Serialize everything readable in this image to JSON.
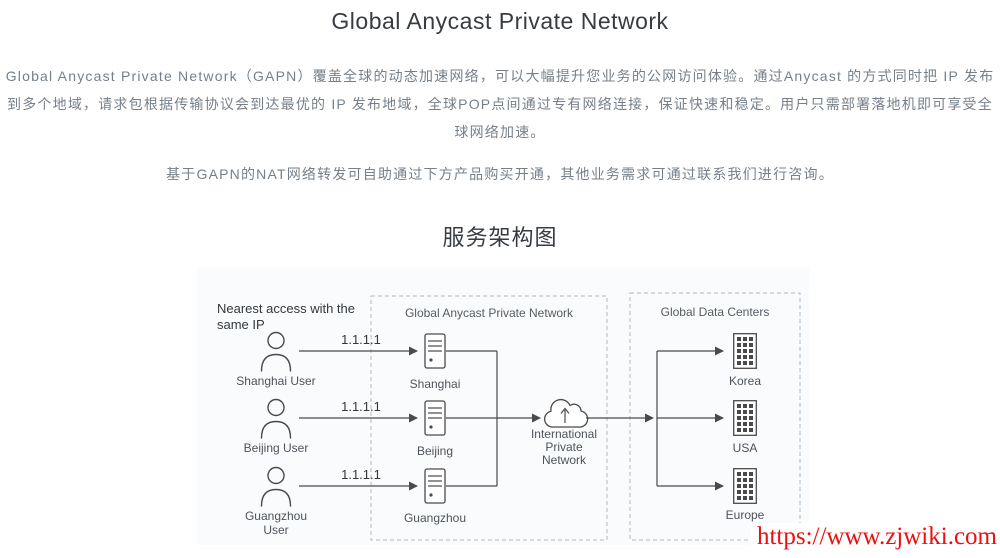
{
  "page": {
    "title": "Global Anycast Private Network",
    "intro": "Global Anycast Private Network（GAPN）覆盖全球的动态加速网络，可以大幅提升您业务的公网访问体验。通过Anycast 的方式同时把 IP 发布到多个地域，请求包根据传输协议会到达最优的 IP 发布地域，全球POP点间通过专有网络连接，保证快速和稳定。用户只需部署落地机即可享受全球网络加速。",
    "note": "基于GAPN的NAT网络转发可自助通过下方产品购买开通，其他业务需求可通过联系我们进行咨询。",
    "section_title": "服务架构图"
  },
  "diagram": {
    "access_label": "Nearest access with the same IP",
    "users": [
      {
        "name": "Shanghai User",
        "ip": "1.1.1.1"
      },
      {
        "name": "Beijing User",
        "ip": "1.1.1.1"
      },
      {
        "name": "Guangzhou User",
        "ip": "1.1.1.1"
      }
    ],
    "gapn_box_title": "Global Anycast Private Network",
    "servers": [
      "Shanghai",
      "Beijing",
      "Guangzhou"
    ],
    "cloud_label": "International Private Network",
    "dc_box_title": "Global Data Centers",
    "datacenters": [
      "Korea",
      "USA",
      "Europe"
    ]
  },
  "watermark": "https://www.zjwiki.com",
  "colors": {
    "heading_text": "#363c42",
    "body_text": "#76808a",
    "diagram_line": "#4a4a4a",
    "dashed_border": "#b3b8bf",
    "panel_background": "#fafbfc",
    "watermark_red": "#ed0f0f"
  }
}
